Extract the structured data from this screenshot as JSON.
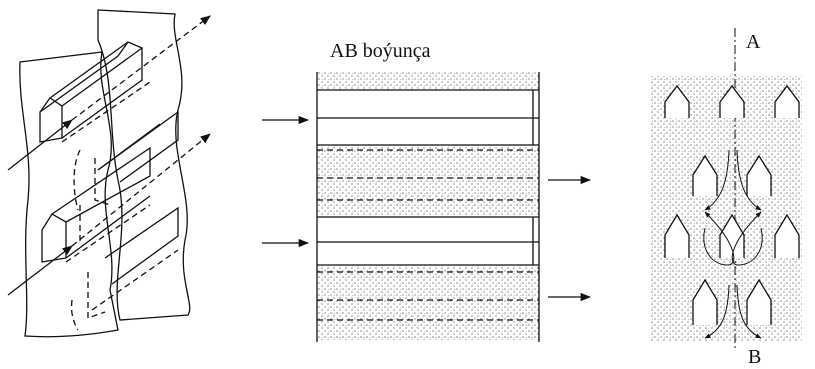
{
  "labels": {
    "section_title": "AB boýunça",
    "point_a": "A",
    "point_b": "B"
  },
  "colors": {
    "ink": "#111111",
    "background": "#ffffff",
    "stipple": "#444444"
  }
}
